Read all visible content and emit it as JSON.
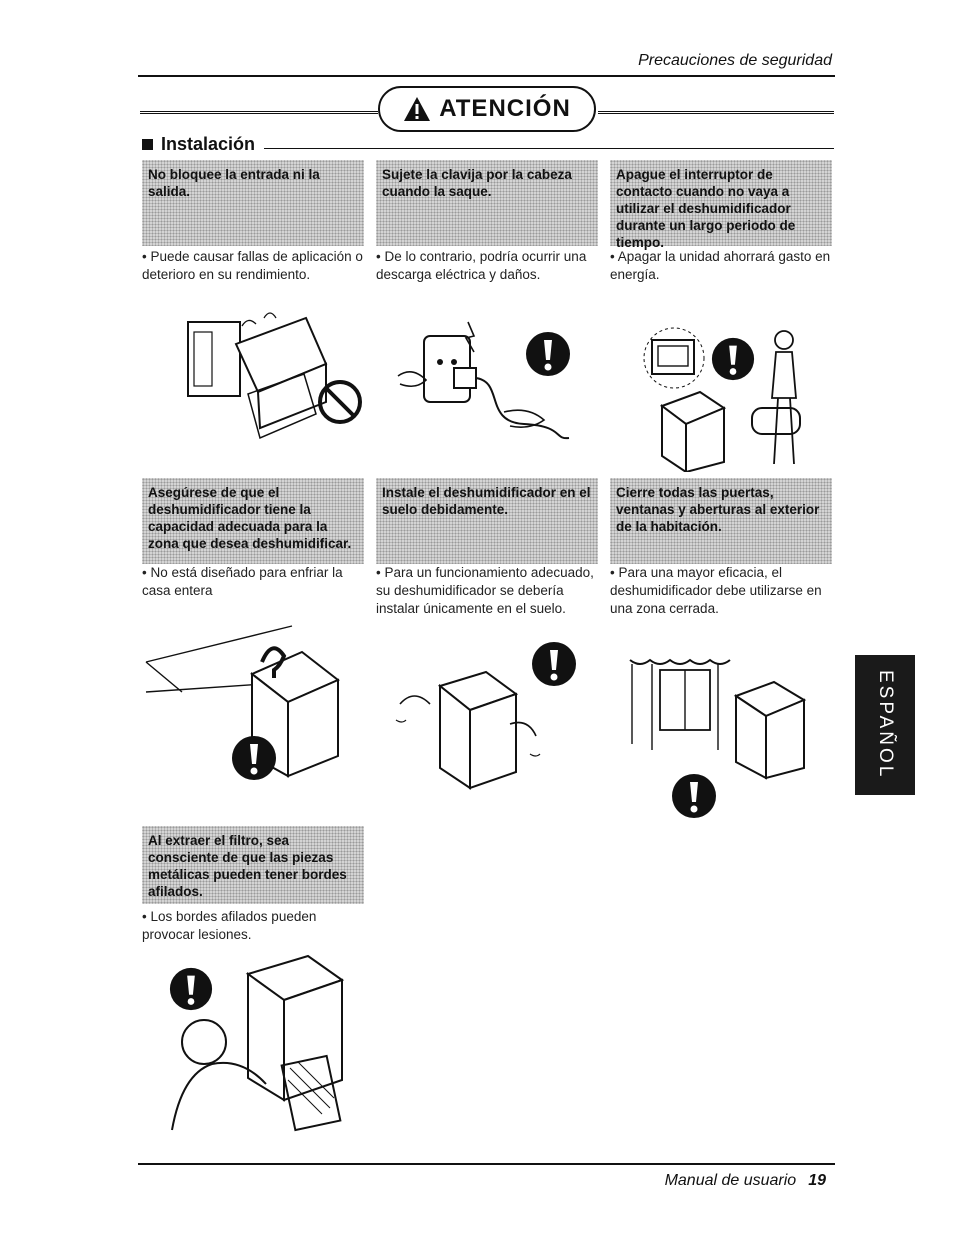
{
  "header": {
    "title": "Precauciones de seguridad"
  },
  "attention": {
    "label": "ATENCIÓN",
    "icon": "warning-triangle-icon"
  },
  "section": {
    "title": "Instalación"
  },
  "cards": [
    {
      "heading": "No bloquee la entrada ni la salida.",
      "note": "• Puede causar fallas de aplicación o deterioro en su rendimiento.",
      "icon": "prohibited-icon"
    },
    {
      "heading": "Sujete la clavija por la cabeza cuando la saque.",
      "note": "• De lo contrario, podría ocurrir una descarga eléctrica y daños.",
      "icon": "exclamation-icon"
    },
    {
      "heading": "Apague el interruptor de contacto cuando no vaya a utilizar el deshumidificador durante un largo periodo de tiempo.",
      "note": "• Apagar la unidad ahorrará gasto en energía.",
      "icon": "exclamation-icon"
    },
    {
      "heading": "Asegúrese de que el deshumidificador tiene la capacidad adecuada para la zona que desea deshumidificar.",
      "note": "• No está diseñado para enfriar la casa entera",
      "icon": "exclamation-icon"
    },
    {
      "heading": "Instale el deshumidificador en el suelo debidamente.",
      "note": "• Para un funcionamiento adecuado, su deshumidificador se debería instalar únicamente en el suelo.",
      "icon": "exclamation-icon"
    },
    {
      "heading": "Cierre todas las puertas, ventanas y aberturas al exterior de la habitación.",
      "note": "• Para una mayor eficacia, el deshumidificador debe utilizarse en una zona cerrada.",
      "icon": "exclamation-icon"
    },
    {
      "heading": "Al extraer el filtro, sea consciente de que las piezas metálicas pueden tener bordes afilados.",
      "note": "• Los bordes afilados pueden provocar lesiones.",
      "icon": "exclamation-icon"
    }
  ],
  "side_tab": {
    "label": "ESPAÑOL"
  },
  "footer": {
    "label": "Manual de usuario",
    "page": "19"
  }
}
